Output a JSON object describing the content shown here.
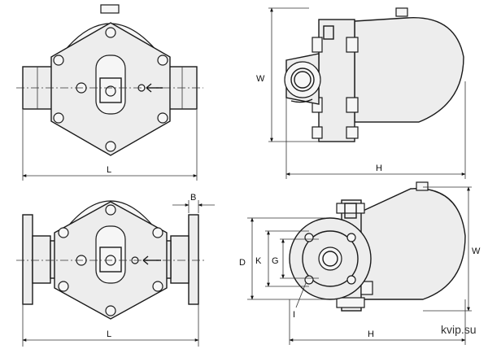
{
  "dimensions": {
    "top_left_L": "L",
    "top_right_W": "W",
    "top_right_H": "H",
    "bottom_left_B": "B",
    "bottom_left_L": "L",
    "bottom_right_D": "D",
    "bottom_right_K": "K",
    "bottom_right_G": "G",
    "bottom_right_I": "I",
    "bottom_right_W": "W",
    "bottom_right_H": "H"
  },
  "watermark": "kvip.su",
  "colors": {
    "line": "#1a1a1a",
    "fill": "#ededed"
  }
}
